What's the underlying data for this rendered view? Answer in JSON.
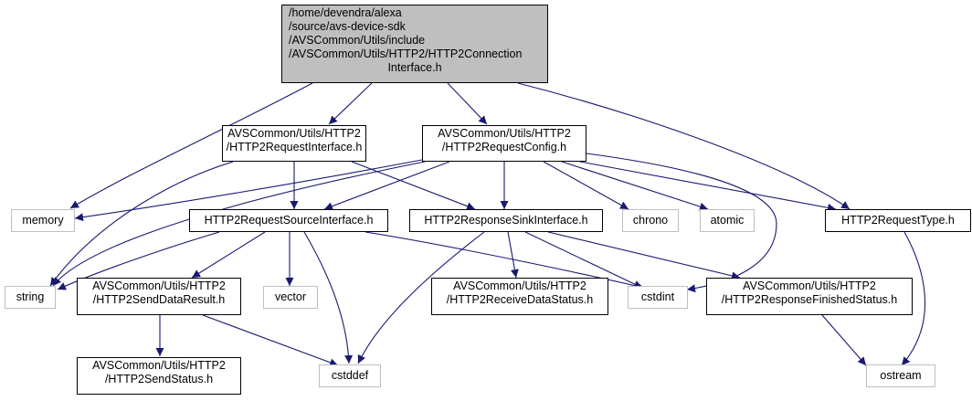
{
  "colors": {
    "edge": "#191970",
    "main_node_fill": "#bfbfbf",
    "node_border": "#000000",
    "external_border": "#bfbfbf"
  },
  "nodes": {
    "main": [
      "/home/devendra/alexa",
      "/source/avs-device-sdk",
      "/AVSCommon/Utils/include",
      "/AVSCommon/Utils/HTTP2/HTTP2Connection",
      "Interface.h"
    ],
    "request_interface": [
      "AVSCommon/Utils/HTTP2",
      "/HTTP2RequestInterface.h"
    ],
    "request_config": [
      "AVSCommon/Utils/HTTP2",
      "/HTTP2RequestConfig.h"
    ],
    "memory": [
      "memory"
    ],
    "request_source_interface": [
      "HTTP2RequestSourceInterface.h"
    ],
    "response_sink_interface": [
      "HTTP2ResponseSinkInterface.h"
    ],
    "chrono": [
      "chrono"
    ],
    "atomic": [
      "atomic"
    ],
    "request_type": [
      "HTTP2RequestType.h"
    ],
    "string": [
      "string"
    ],
    "send_data_result": [
      "AVSCommon/Utils/HTTP2",
      "/HTTP2SendDataResult.h"
    ],
    "vector": [
      "vector"
    ],
    "receive_data_status": [
      "AVSCommon/Utils/HTTP2",
      "/HTTP2ReceiveDataStatus.h"
    ],
    "cstdint": [
      "cstdint"
    ],
    "response_finished_status": [
      "AVSCommon/Utils/HTTP2",
      "/HTTP2ResponseFinishedStatus.h"
    ],
    "send_status": [
      "AVSCommon/Utils/HTTP2",
      "/HTTP2SendStatus.h"
    ],
    "cstddef": [
      "cstddef"
    ],
    "ostream": [
      "ostream"
    ]
  }
}
